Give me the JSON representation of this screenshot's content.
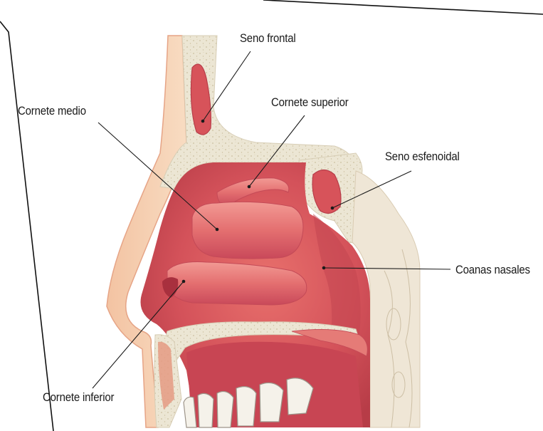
{
  "labels": {
    "frontal_sinus": "Seno frontal",
    "middle_turbinate": "Cornete medio",
    "superior_turbinate": "Cornete superior",
    "sphenoid_sinus": "Seno esfenoidal",
    "choanae": "Coanas nasales",
    "inferior_turbinate": "Cornete inferior"
  },
  "colors": {
    "mucosa": "#d9555a",
    "mucosa_light": "#f08a87",
    "mucosa_dark": "#b43a44",
    "bone": "#ece6d4",
    "bone_dot": "#c9bfa6",
    "skin": "#f6cfae",
    "skin_edge": "#e8a888",
    "tooth": "#f4f1e8",
    "leader": "#1a1a1a"
  }
}
